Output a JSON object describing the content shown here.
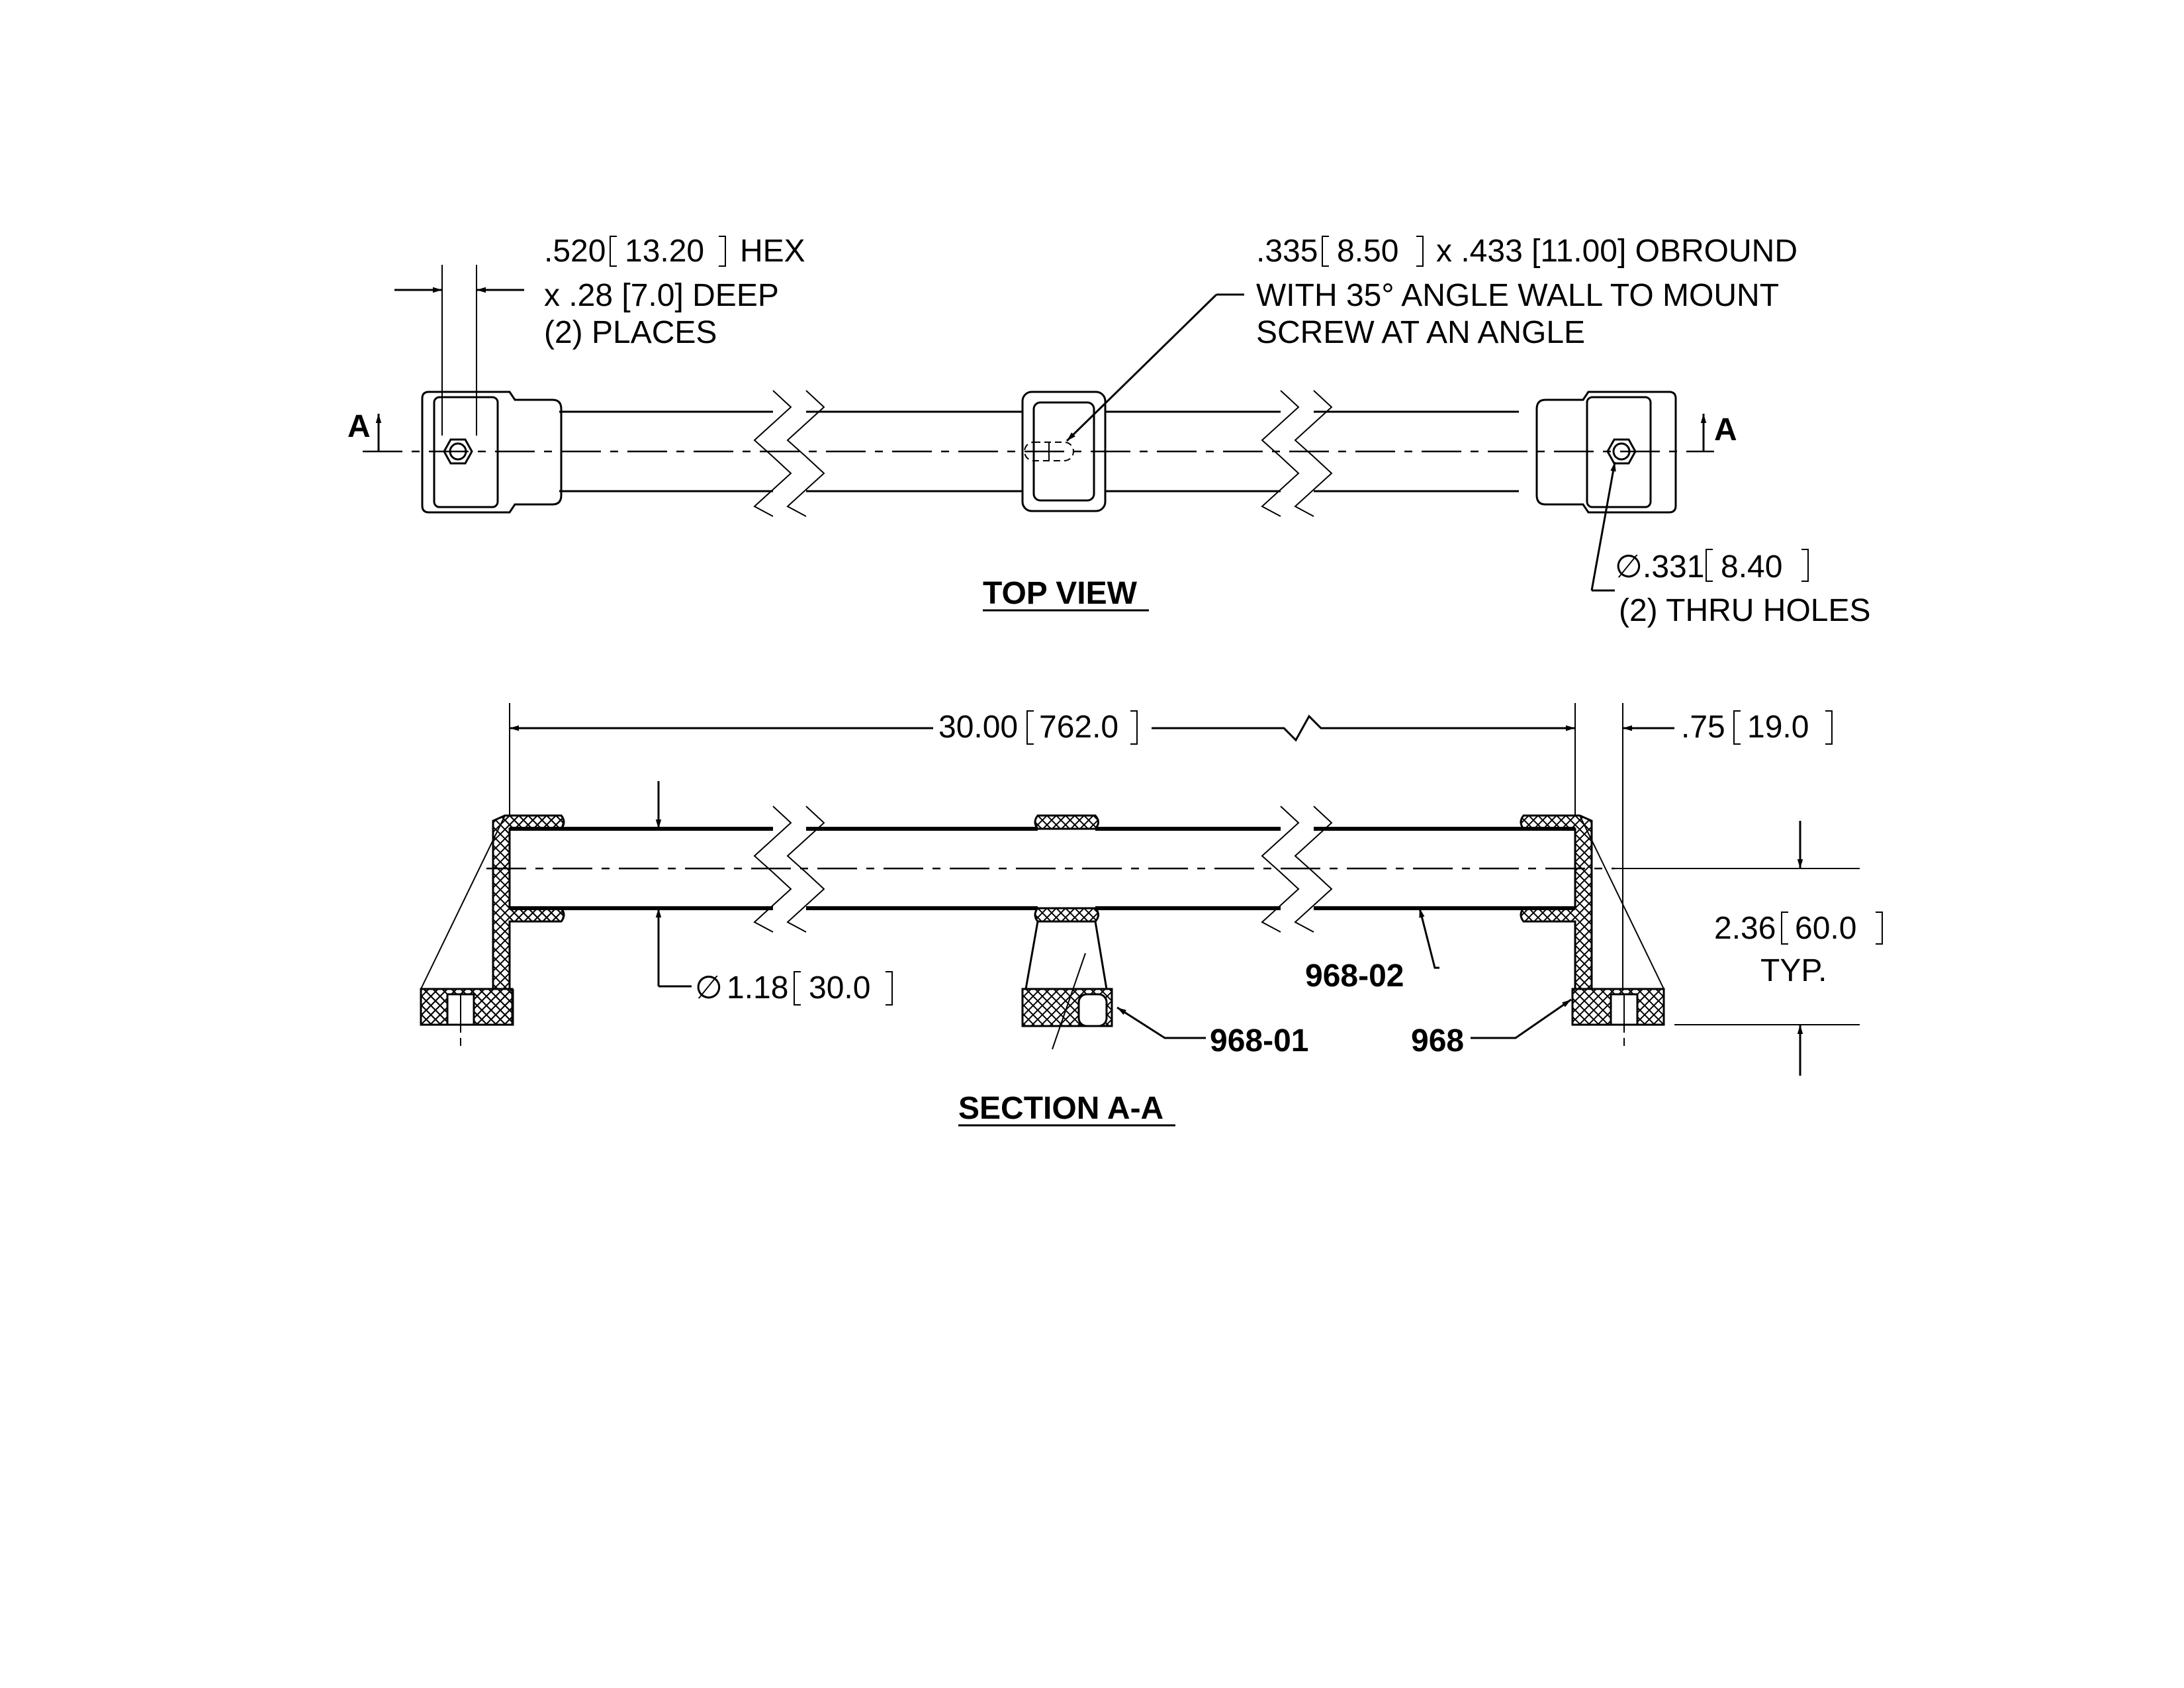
{
  "top_view": {
    "title": "TOP VIEW",
    "hex_note": {
      "line1": ".520",
      "line1_metric": "13.20",
      "line1_suffix": "HEX",
      "line2": "x .28 [7.0] DEEP",
      "line3": "(2) PLACES"
    },
    "obround_note": {
      "line1": ".335",
      "line1_metric": "8.50",
      "line1_suffix": "x .433 [11.00] OBROUND",
      "line2": "WITH 35° ANGLE WALL TO MOUNT",
      "line3": "SCREW AT AN ANGLE"
    },
    "hole_note": {
      "diameter_symbol": "∅",
      "line1": ".331",
      "line1_metric": "8.40",
      "line2": "(2) THRU HOLES"
    },
    "section_marker_left": "A",
    "section_marker_right": "A"
  },
  "section_view": {
    "title": "SECTION A-A",
    "length_dim": {
      "value": "30.00",
      "metric": "762.0"
    },
    "offset_dim": {
      "value": ".75",
      "metric": "19.0"
    },
    "height_dim": {
      "value": "2.36",
      "metric": "60.0",
      "suffix": "TYP."
    },
    "tube_dim": {
      "diameter_symbol": "∅",
      "value": "1.18",
      "metric": "30.0"
    },
    "part_labels": {
      "tube": "968-02",
      "center_support": "968-01",
      "end_bracket": "968"
    }
  },
  "colors": {
    "line": "#000000",
    "background": "#ffffff"
  }
}
